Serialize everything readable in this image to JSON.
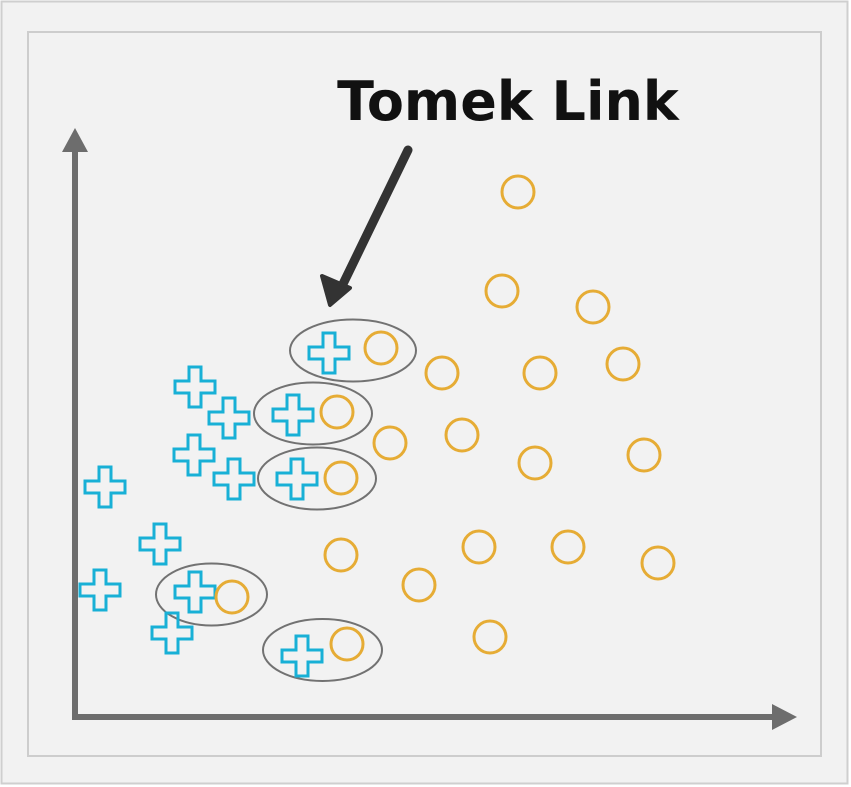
{
  "title": "Tomek Link",
  "colors": {
    "background": "#f2f2f2",
    "frame": "#c8c8c8",
    "axis": "#6d6d6d",
    "arrow": "#333333",
    "plus": "#18b0d6",
    "circle": "#e6ac35",
    "link_ellipse": "#727272",
    "title": "#111111"
  },
  "icons": {
    "class_a": "plus-icon",
    "class_b": "circle-icon"
  },
  "chart_data": {
    "type": "scatter",
    "xlabel": "",
    "ylabel": "",
    "grid": false,
    "series": [
      {
        "marker": "plus",
        "points": [
          [
            105,
            487
          ],
          [
            100,
            590
          ],
          [
            172,
            633
          ],
          [
            160,
            544
          ],
          [
            195,
            387
          ],
          [
            229,
            418
          ],
          [
            194,
            455
          ],
          [
            234,
            479
          ],
          [
            293,
            415
          ],
          [
            297,
            479
          ],
          [
            329,
            353
          ],
          [
            195,
            592
          ],
          [
            302,
            656
          ]
        ]
      },
      {
        "marker": "circle",
        "points": [
          [
            518,
            192
          ],
          [
            502,
            291
          ],
          [
            593,
            307
          ],
          [
            623,
            364
          ],
          [
            540,
            373
          ],
          [
            442,
            373
          ],
          [
            381,
            348
          ],
          [
            337,
            412
          ],
          [
            390,
            443
          ],
          [
            462,
            435
          ],
          [
            535,
            463
          ],
          [
            644,
            455
          ],
          [
            341,
            478
          ],
          [
            341,
            555
          ],
          [
            479,
            547
          ],
          [
            568,
            547
          ],
          [
            658,
            563
          ],
          [
            419,
            585
          ],
          [
            232,
            597
          ],
          [
            490,
            637
          ],
          [
            347,
            644
          ]
        ]
      }
    ],
    "tomek_links": [
      {
        "plus": [
          329,
          353
        ],
        "circle": [
          381,
          348
        ]
      },
      {
        "plus": [
          293,
          415
        ],
        "circle": [
          337,
          412
        ]
      },
      {
        "plus": [
          297,
          479
        ],
        "circle": [
          341,
          478
        ]
      },
      {
        "plus": [
          195,
          592
        ],
        "circle": [
          232,
          597
        ]
      },
      {
        "plus": [
          302,
          656
        ],
        "circle": [
          347,
          644
        ]
      }
    ]
  }
}
